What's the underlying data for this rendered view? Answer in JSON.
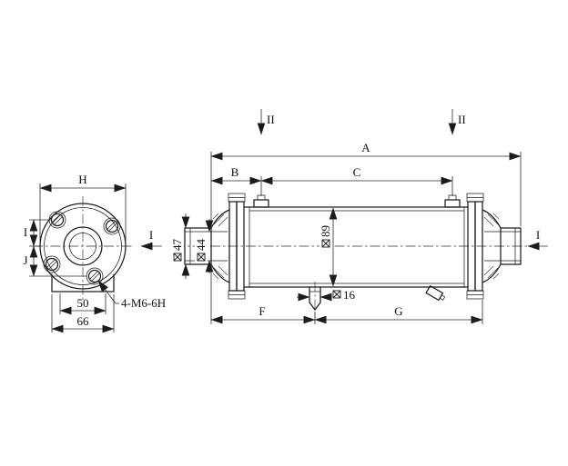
{
  "end_view": {
    "dim_width": "H",
    "dim_center_to_hole_upper": "I",
    "dim_center_to_hole_lower": "J",
    "dim_hole_spacing": "50",
    "dim_base_width": "66",
    "thread_callout": "4-M6-6H"
  },
  "side_view": {
    "dim_overall_length": "A",
    "dim_end_to_port": "B",
    "dim_port_spacing": "C",
    "dim_left_to_drain": "F",
    "dim_drain_to_flange": "G",
    "dia_nozzle_outer": "47",
    "dia_nozzle_inner": "44",
    "dia_shell": "89",
    "dia_drain": "16"
  },
  "markers": {
    "section_top_left": "II",
    "section_top_right": "II",
    "view_left": "I",
    "view_right": "I"
  },
  "symbols": {
    "diameter_mark": "squared-x-diameter-symbol"
  },
  "style": {
    "line_color": "#1c1c1c",
    "background": "#ffffff"
  }
}
